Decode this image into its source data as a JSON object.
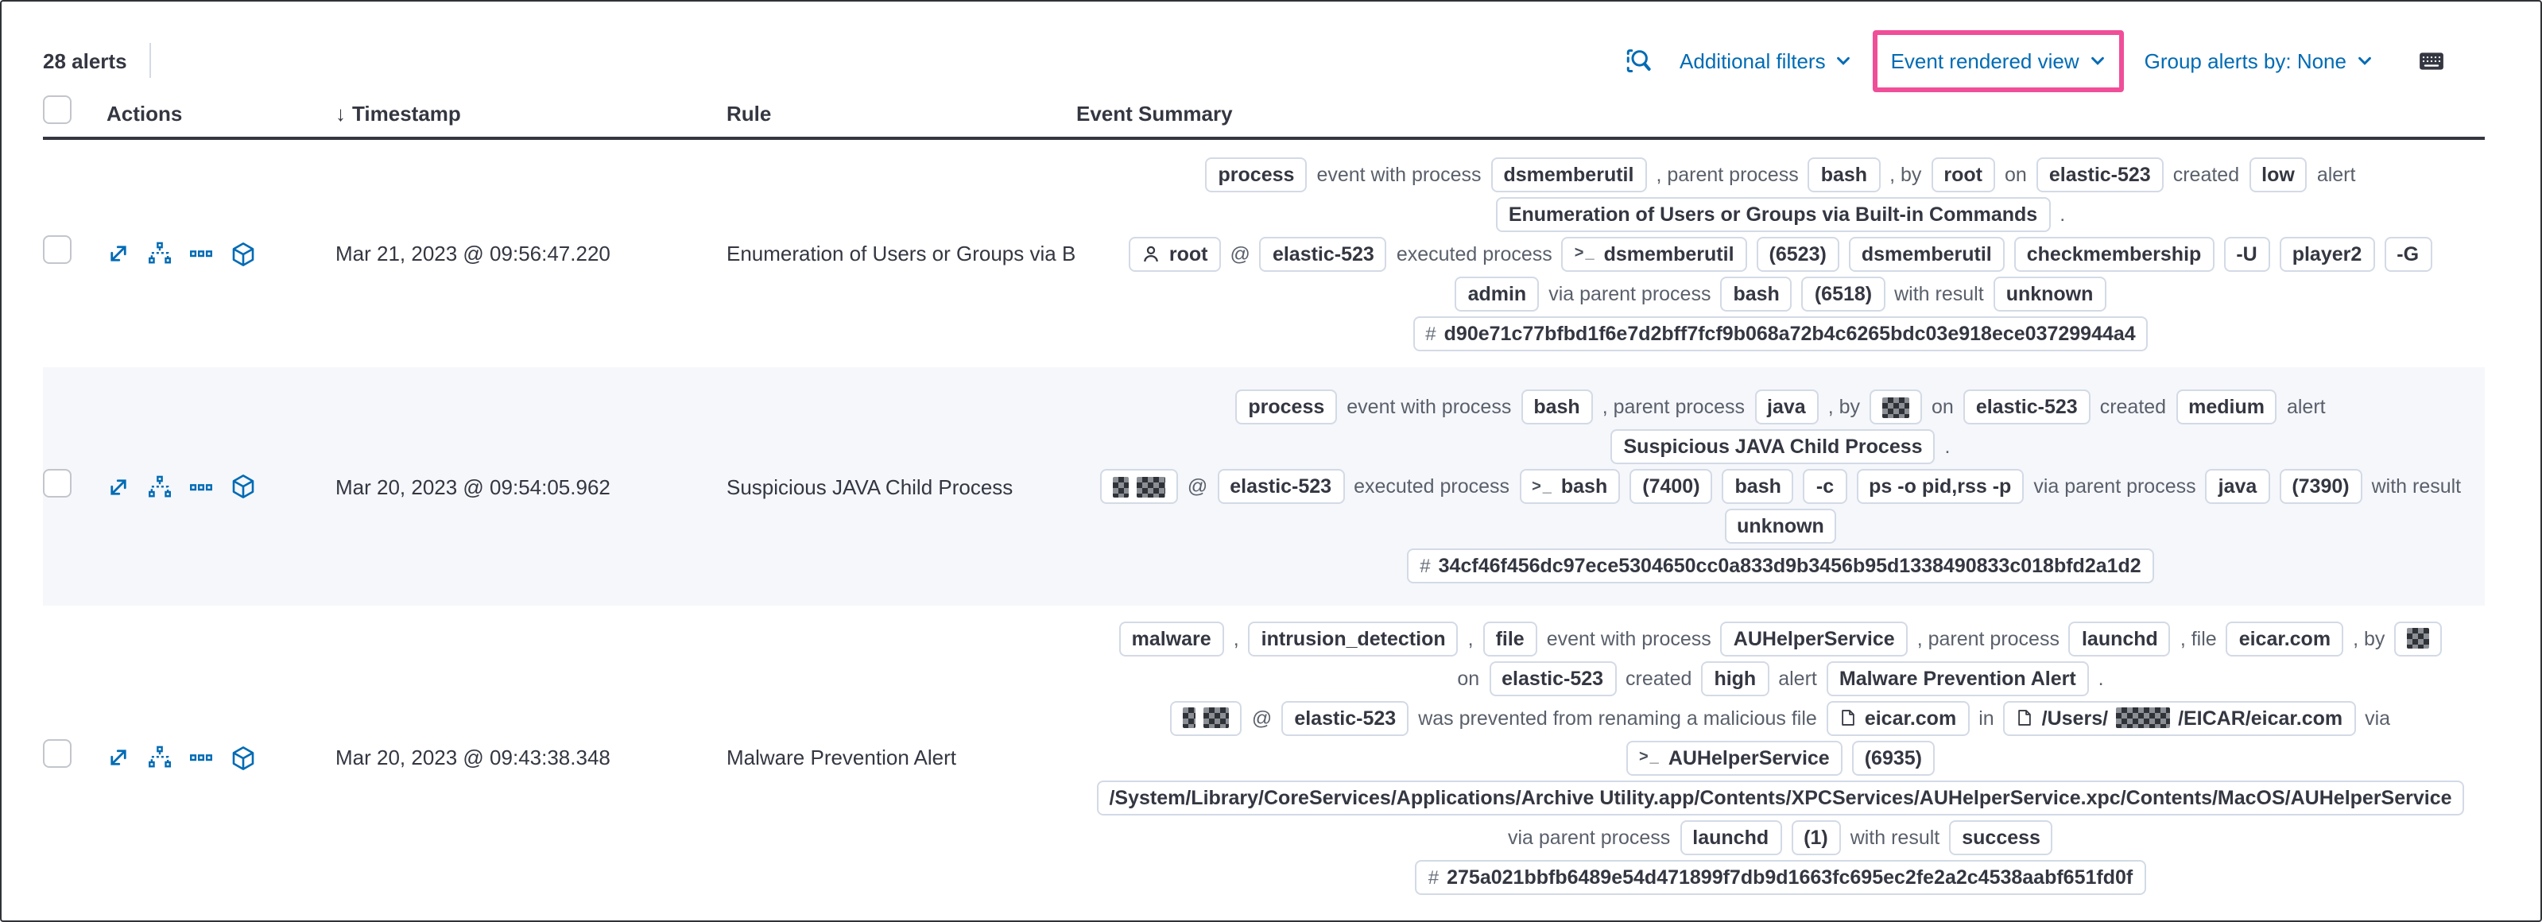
{
  "toolbar": {
    "alert_count": "28 alerts",
    "additional_filters_label": "Additional filters",
    "event_rendered_view_label": "Event rendered view",
    "group_alerts_by_label": "Group alerts by: None",
    "icons": {
      "inspect": "inspect-icon",
      "keyboard": "keyboard-shortcuts-icon",
      "chevron": "chevron-down-icon"
    },
    "colors": {
      "link_blue": "#006BB4",
      "annotation_pink": "#F04E98"
    }
  },
  "table": {
    "columns": [
      "Actions",
      "Timestamp",
      "Rule",
      "Event Summary"
    ],
    "sort_icon": "↓",
    "row_actions": [
      {
        "name": "expand-alert",
        "icon": "expand"
      },
      {
        "name": "analyze-event",
        "icon": "analyze"
      },
      {
        "name": "more-actions",
        "icon": "more"
      },
      {
        "name": "open-session-view",
        "icon": "session"
      }
    ],
    "rows": [
      {
        "timestamp": "Mar 21, 2023 @ 09:56:47.220",
        "rule": "Enumeration of Users or Groups via Bui",
        "summary": [
          [
            {
              "b": "process"
            },
            {
              "t": "event with process"
            },
            {
              "b": "dsmemberutil"
            },
            {
              "t": ", parent process"
            },
            {
              "b": "bash"
            },
            {
              "t": ", by"
            },
            {
              "b": "root"
            },
            {
              "t": "on"
            },
            {
              "b": "elastic-523"
            },
            {
              "t": "created"
            },
            {
              "b": "low"
            },
            {
              "t": "alert"
            }
          ],
          [
            {
              "b": "Enumeration of Users or Groups via Built-in Commands"
            },
            {
              "t": "."
            }
          ],
          [
            {
              "b": "root",
              "i": "user"
            },
            {
              "t": "@"
            },
            {
              "b": "elastic-523"
            },
            {
              "t": "executed process"
            },
            {
              "b": "dsmemberutil",
              "i": "terminal"
            },
            {
              "b": "(6523)"
            },
            {
              "b": "dsmemberutil"
            },
            {
              "b": "checkmembership"
            },
            {
              "b": "-U"
            },
            {
              "b": "player2"
            },
            {
              "b": "-G"
            }
          ],
          [
            {
              "b": "admin"
            },
            {
              "t": "via parent process"
            },
            {
              "b": "bash"
            },
            {
              "b": "(6518)"
            },
            {
              "t": "with result"
            },
            {
              "b": "unknown"
            }
          ],
          [
            {
              "b": "d90e71c77bfbd1f6e7d2bff7fcf9b068a72b4c6265bdc03e918ece03729944a4",
              "i": "hash"
            }
          ]
        ]
      },
      {
        "timestamp": "Mar 20, 2023 @ 09:54:05.962",
        "rule": "Suspicious JAVA Child Process",
        "summary": [
          [
            {
              "b": "process"
            },
            {
              "t": "event with process"
            },
            {
              "b": "bash"
            },
            {
              "t": ", parent process"
            },
            {
              "b": "java"
            },
            {
              "t": ", by"
            },
            {
              "b": "",
              "p": [
                {
                  "r": 17
                }
              ]
            },
            {
              "t": "on"
            },
            {
              "b": "elastic-523"
            },
            {
              "t": "created"
            },
            {
              "b": "medium"
            },
            {
              "t": "alert"
            }
          ],
          [
            {
              "b": "Suspicious JAVA Child Process"
            },
            {
              "t": "."
            }
          ],
          [
            {
              "b": "",
              "p": [
                {
                  "r": 10
                },
                {
                  "r": 18
                }
              ]
            },
            {
              "t": "@"
            },
            {
              "b": "elastic-523"
            },
            {
              "t": "executed process"
            },
            {
              "b": "bash",
              "i": "terminal"
            },
            {
              "b": "(7400)"
            },
            {
              "b": "bash"
            },
            {
              "b": "-c"
            },
            {
              "b": "ps -o pid,rss -p"
            },
            {
              "t": "via parent process"
            },
            {
              "b": "java"
            },
            {
              "b": "(7390)"
            },
            {
              "t": "with result"
            }
          ],
          [
            {
              "b": "unknown"
            }
          ],
          [
            {
              "b": "34cf46f456dc97ece5304650cc0a833d9b3456b95d1338490833c018bfd2a1d2",
              "i": "hash"
            }
          ]
        ]
      },
      {
        "timestamp": "Mar 20, 2023 @ 09:43:38.348",
        "rule": "Malware Prevention Alert",
        "summary": [
          [
            {
              "b": "malware"
            },
            {
              "t": ","
            },
            {
              "b": "intrusion_detection"
            },
            {
              "t": ","
            },
            {
              "b": "file"
            },
            {
              "t": "event with process"
            },
            {
              "b": "AUHelperService"
            },
            {
              "t": ", parent process"
            },
            {
              "b": "launchd"
            },
            {
              "t": ", file"
            },
            {
              "b": "eicar.com"
            },
            {
              "t": ", by"
            },
            {
              "b": "",
              "p": [
                {
                  "r": 14
                }
              ]
            }
          ],
          [
            {
              "t": "on"
            },
            {
              "b": "elastic-523"
            },
            {
              "t": "created"
            },
            {
              "b": "high"
            },
            {
              "t": "alert"
            },
            {
              "b": "Malware Prevention Alert"
            },
            {
              "t": "."
            }
          ],
          [
            {
              "b": "",
              "p": [
                {
                  "r": 8
                },
                {
                  "r": 16
                }
              ]
            },
            {
              "t": "@"
            },
            {
              "b": "elastic-523"
            },
            {
              "t": "was prevented from renaming a malicious file"
            },
            {
              "b": "eicar.com",
              "i": "file"
            },
            {
              "t": "in"
            },
            {
              "b": "",
              "i": "file",
              "p": [
                {
                  "t": "/Users/"
                },
                {
                  "r": 34
                },
                {
                  "t": "/EICAR/eicar.com"
                }
              ]
            },
            {
              "t": "via"
            }
          ],
          [
            {
              "b": "AUHelperService",
              "i": "terminal"
            },
            {
              "b": "(6935)"
            }
          ],
          [
            {
              "b": "/System/Library/CoreServices/Applications/Archive Utility.app/Contents/XPCServices/AUHelperService.xpc/Contents/MacOS/AUHelperService"
            }
          ],
          [
            {
              "t": "via parent process"
            },
            {
              "b": "launchd"
            },
            {
              "b": "(1)"
            },
            {
              "t": "with result"
            },
            {
              "b": "success"
            }
          ],
          [
            {
              "b": "275a021bbfb6489e54d471899f7db9d1663fc695ec2fe2a2c4538aabf651fd0f",
              "i": "hash"
            }
          ]
        ]
      }
    ]
  }
}
